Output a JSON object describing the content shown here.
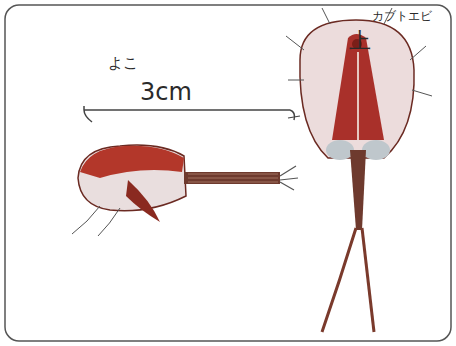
{
  "diagram": {
    "labels": [
      "カブトエビ",
      "上",
      "よこ",
      "3cm"
    ]
  }
}
